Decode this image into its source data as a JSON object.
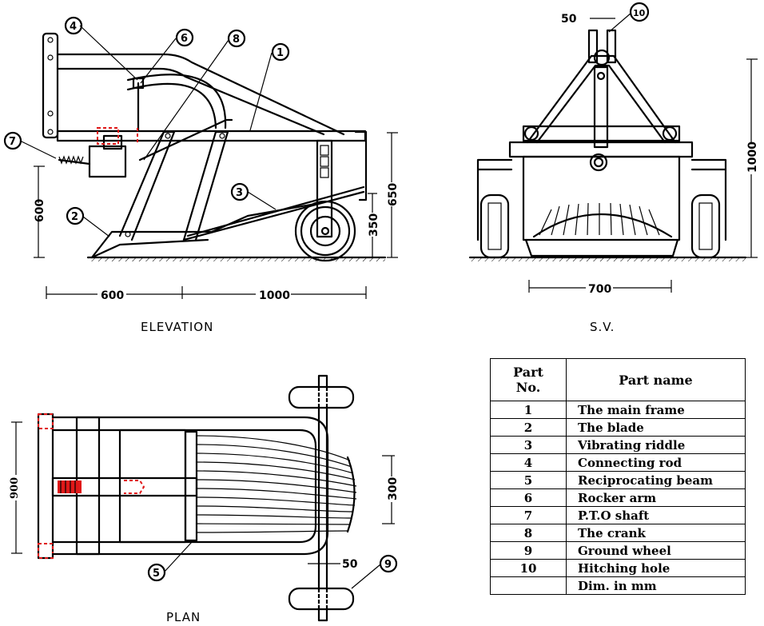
{
  "views": {
    "elevation": {
      "caption": "ELEVATION",
      "dims": {
        "h600": "600",
        "h650": "650",
        "h350": "350",
        "w600": "600",
        "w1000": "1000"
      }
    },
    "side": {
      "caption": "S.V.",
      "dims": {
        "top50": "50",
        "h1000": "1000",
        "w700": "700"
      }
    },
    "plan": {
      "caption": "PLAN",
      "dims": {
        "w900": "900",
        "w300": "300",
        "w50": "50"
      }
    }
  },
  "callouts": [
    "1",
    "2",
    "3",
    "4",
    "5",
    "6",
    "7",
    "8",
    "9",
    "10"
  ],
  "table": {
    "header_no": [
      "Part",
      "No."
    ],
    "header_name": "Part name",
    "rows": [
      {
        "no": "1",
        "name": "The   main frame"
      },
      {
        "no": "2",
        "name": "The blade"
      },
      {
        "no": "3",
        "name": "Vibrating   riddle"
      },
      {
        "no": "4",
        "name": "Connecting   rod"
      },
      {
        "no": "5",
        "name": "Reciprocating beam"
      },
      {
        "no": "6",
        "name": "Rocker arm"
      },
      {
        "no": "7",
        "name": "P.T.O  shaft"
      },
      {
        "no": "8",
        "name": "The crank"
      },
      {
        "no": "9",
        "name": "Ground wheel"
      },
      {
        "no": "10",
        "name": "Hitching hole"
      }
    ],
    "footer": "Dim. in  mm"
  }
}
